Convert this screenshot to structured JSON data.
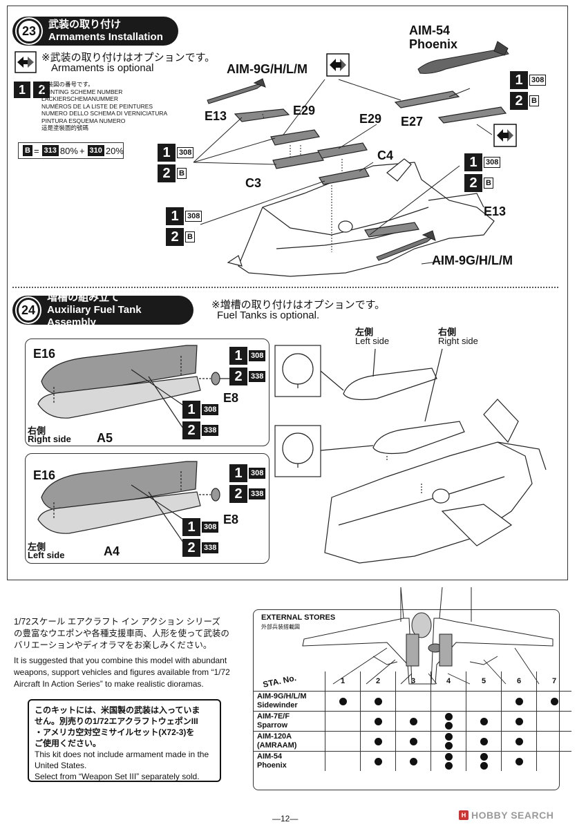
{
  "step23": {
    "number": "23",
    "title_jp": "武装の取り付け",
    "title_en": "Armaments Installation",
    "optional_jp": "※武装の取り付けはオプションです。",
    "optional_en": "Armaments is optional",
    "scheme_legend": [
      "塗装図の番号です。",
      "PAINTING SCHEME NUMBER",
      "LACKIERSCHEMANUMMER",
      "NUMÉROS DE LA LISTE DE PEINTURES",
      "NUMERO DELLO SCHEMA DI VERNICIATURA",
      "PINTURA ESQUEMA NUMERO",
      "這是塗裝圖的號碼"
    ],
    "mix_letter": "B",
    "mix_eq": "=",
    "mix_c1": "313",
    "mix_p1": "80%",
    "mix_plus": "+",
    "mix_c2": "310",
    "mix_p2": "20%",
    "labels": {
      "aim9_top": "AIM-9G/H/L/M",
      "aim54": "AIM-54",
      "phoenix": "Phoenix",
      "e13_left": "E13",
      "e29_a": "E29",
      "e29_b": "E29",
      "c4": "C4",
      "c3": "C3",
      "e27": "E27",
      "e13_right": "E13",
      "aim9_bottom": "AIM-9G/H/L/M"
    },
    "scheme_num_1": "1",
    "scheme_num_2": "2",
    "code_308": "308",
    "code_b": "B"
  },
  "step24": {
    "number": "24",
    "title_jp": "増槽の組み立て",
    "title_en": "Auxiliary Fuel Tank Assembly",
    "optional_jp": "※増槽の取り付けはオプションです。",
    "optional_en": "Fuel Tanks is optional.",
    "left_jp": "左側",
    "left_en": "Left side",
    "right_jp": "右側",
    "right_en": "Right side",
    "box1": {
      "e16": "E16",
      "e8": "E8",
      "side_jp": "右側",
      "side_en": "Right side",
      "part": "A5"
    },
    "box2": {
      "e16": "E16",
      "e8": "E8",
      "side_jp": "左側",
      "side_en": "Left side",
      "part": "A4"
    },
    "code_308": "308",
    "code_338": "338"
  },
  "bottom": {
    "jp_text_1": "1/72スケール エアクラフト イン アクション シリーズ",
    "jp_text_2": "の豊富なウエポンや各種支援車両、人形を使って武装の",
    "jp_text_3": "バリエーションやディオラマをお楽しみください。",
    "en_text_1": "It is suggested that you combine this model with abundant",
    "en_text_2": "weapons, support vehicles and figures available from “1/72",
    "en_text_3": "Aircraft In Action Series” to make realistic dioramas.",
    "note_jp_1": "このキットには、米国製の武装は入っていま",
    "note_jp_2": "せん。別売りの1/72エアクラフトウェポンIII",
    "note_jp_3": "・アメリカ空対空ミサイルセット(X72-3)を",
    "note_jp_4": "ご使用ください。",
    "note_en_1": "This kit does not include armament made in the",
    "note_en_2": "United States.",
    "note_en_3": "Select from “Weapon Set III” separately sold."
  },
  "stores": {
    "title": "EXTERNAL STORES",
    "subtitle": "外部兵装搭載図",
    "sta_label": "STA. No.",
    "stations": [
      "1",
      "2",
      "3",
      "4",
      "5",
      "6",
      "7"
    ],
    "rows": [
      {
        "name1": "AIM-9G/H/L/M",
        "name2": "Sidewinder",
        "dots": [
          1,
          1,
          0,
          0,
          0,
          1,
          1
        ]
      },
      {
        "name1": "AIM-7E/F",
        "name2": "Sparrow",
        "dots": [
          0,
          1,
          1,
          2,
          1,
          1,
          0
        ]
      },
      {
        "name1": "AIM-120A",
        "name2": "(AMRAAM)",
        "dots": [
          0,
          1,
          1,
          2,
          1,
          1,
          0
        ]
      },
      {
        "name1": "AIM-54",
        "name2": "Phoenix",
        "dots": [
          0,
          1,
          1,
          2,
          2,
          1,
          0
        ]
      }
    ]
  },
  "page_number": "—12—",
  "watermark": "HOBBY SEARCH"
}
